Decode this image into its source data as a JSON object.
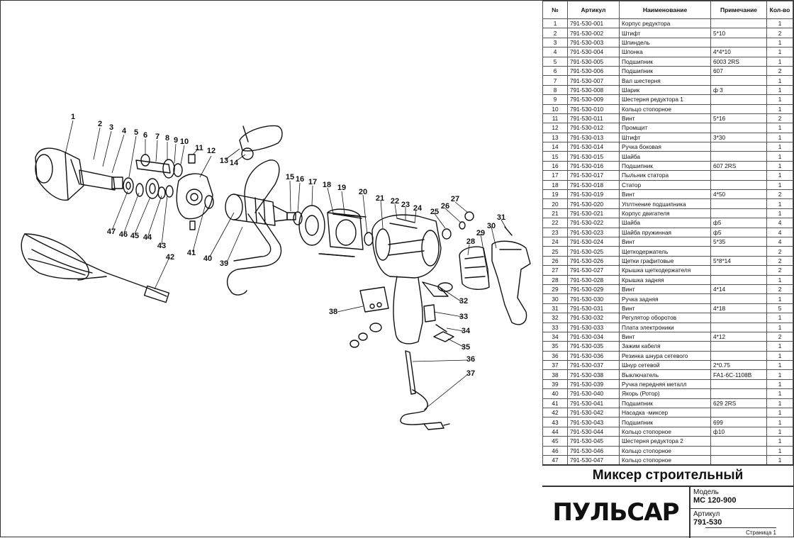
{
  "table": {
    "headers": [
      "№",
      "Артикул",
      "Наименование",
      "Примечание",
      "Кол-во"
    ],
    "rows": [
      [
        "1",
        "791-530-001",
        "Корпус редуктора",
        "",
        "1"
      ],
      [
        "2",
        "791-530-002",
        "Штифт",
        "5*10",
        "2"
      ],
      [
        "3",
        "791-530-003",
        "Шпиндель",
        "",
        "1"
      ],
      [
        "4",
        "791-530-004",
        "Шпонка",
        "4*4*10",
        "1"
      ],
      [
        "5",
        "791-530-005",
        "Подшипник",
        "6003 2RS",
        "1"
      ],
      [
        "6",
        "791-530-006",
        "Подшипник",
        "607",
        "2"
      ],
      [
        "7",
        "791-530-007",
        "Вал шестерня",
        "",
        "1"
      ],
      [
        "8",
        "791-530-008",
        "Шарик",
        "ф 3",
        "1"
      ],
      [
        "9",
        "791-530-009",
        "Шестерня редуктора 1",
        "",
        "1"
      ],
      [
        "10",
        "791-530-010",
        "Кольцо стопорное",
        "",
        "1"
      ],
      [
        "11",
        "791-530-011",
        "Винт",
        "5*16",
        "2"
      ],
      [
        "12",
        "791-530-012",
        "Промщит",
        "",
        "1"
      ],
      [
        "13",
        "791-530-013",
        "Штифт",
        "3*30",
        "1"
      ],
      [
        "14",
        "791-530-014",
        "Ручка боковая",
        "",
        "1"
      ],
      [
        "15",
        "791-530-015",
        "Шайба",
        "",
        "1"
      ],
      [
        "16",
        "791-530-016",
        "Подшипник",
        "607 2RS",
        "1"
      ],
      [
        "17",
        "791-530-017",
        "Пыльник статора",
        "",
        "1"
      ],
      [
        "18",
        "791-530-018",
        "Статор",
        "",
        "1"
      ],
      [
        "19",
        "791-530-019",
        "Винт",
        "4*50",
        "2"
      ],
      [
        "20",
        "791-530-020",
        "Уплтнение подшипника",
        "",
        "1"
      ],
      [
        "21",
        "791-530-021",
        "Корпус двигателя",
        "",
        "1"
      ],
      [
        "22",
        "791-530-022",
        "Шайба",
        "ф5",
        "4"
      ],
      [
        "23",
        "791-530-023",
        "Шайба пружинная",
        "ф5",
        "4"
      ],
      [
        "24",
        "791-530-024",
        "Винт",
        "5*35",
        "4"
      ],
      [
        "25",
        "791-530-025",
        "Щеткодержатель",
        "",
        "2"
      ],
      [
        "26",
        "791-530-026",
        "Щетки графитовые",
        "5*8*14",
        "2"
      ],
      [
        "27",
        "791-530-027",
        "Крышка щеткодержателя",
        "",
        "2"
      ],
      [
        "28",
        "791-530-028",
        "Крышка задняя",
        "",
        "1"
      ],
      [
        "29",
        "791-530-029",
        "Винт",
        "4*14",
        "2"
      ],
      [
        "30",
        "791-530-030",
        "Ручка задняя",
        "",
        "1"
      ],
      [
        "31",
        "791-530-031",
        "Винт",
        "4*18",
        "5"
      ],
      [
        "32",
        "791-530-032",
        "Регулятор оборотов",
        "",
        "1"
      ],
      [
        "33",
        "791-530-033",
        "Плата электроники",
        "",
        "1"
      ],
      [
        "34",
        "791-530-034",
        "Винт",
        "4*12",
        "2"
      ],
      [
        "35",
        "791-530-035",
        "Зажим кабеля",
        "",
        "1"
      ],
      [
        "36",
        "791-530-036",
        "Резинка шнура сетевого",
        "",
        "1"
      ],
      [
        "37",
        "791-530-037",
        "Шнур сетевой",
        "2*0.75",
        "1"
      ],
      [
        "38",
        "791-530-038",
        "Выключатель",
        "FA1-6C-1108B",
        "1"
      ],
      [
        "39",
        "791-530-039",
        "Ручка передняя металл",
        "",
        "1"
      ],
      [
        "40",
        "791-530-040",
        "Якорь (Ротор)",
        "",
        "1"
      ],
      [
        "41",
        "791-530-041",
        "Подшипник",
        "629 2RS",
        "1"
      ],
      [
        "42",
        "791-530-042",
        "Насадка -миксер",
        "",
        "1"
      ],
      [
        "43",
        "791-530-043",
        "Подшипник",
        "699",
        "1"
      ],
      [
        "44",
        "791-530-044",
        "Кольцо стопорное",
        "ф10",
        "1"
      ],
      [
        "45",
        "791-530-045",
        "Шестерня редуктора 2",
        "",
        "1"
      ],
      [
        "46",
        "791-530-046",
        "Кольцо стопорное",
        "",
        "1"
      ],
      [
        "47",
        "791-530-047",
        "Кольцо стопорное",
        "",
        "1"
      ]
    ]
  },
  "title_block": {
    "product_title": "Миксер строительный",
    "brand": "ПУЛЬСАР",
    "model_label": "Модель",
    "model_value": "МС 120-900",
    "article_label": "Артикул",
    "article_value": "791-530",
    "page": "Страница 1"
  },
  "diagram": {
    "callouts": [
      "1",
      "2",
      "3",
      "4",
      "5",
      "6",
      "7",
      "8",
      "9",
      "10",
      "11",
      "12",
      "13",
      "14",
      "15",
      "16",
      "17",
      "18",
      "19",
      "20",
      "21",
      "22",
      "23",
      "24",
      "25",
      "26",
      "27",
      "28",
      "29",
      "30",
      "31",
      "32",
      "33",
      "34",
      "35",
      "36",
      "37",
      "38",
      "39",
      "40",
      "41",
      "42",
      "43",
      "44",
      "45",
      "46",
      "47"
    ]
  }
}
